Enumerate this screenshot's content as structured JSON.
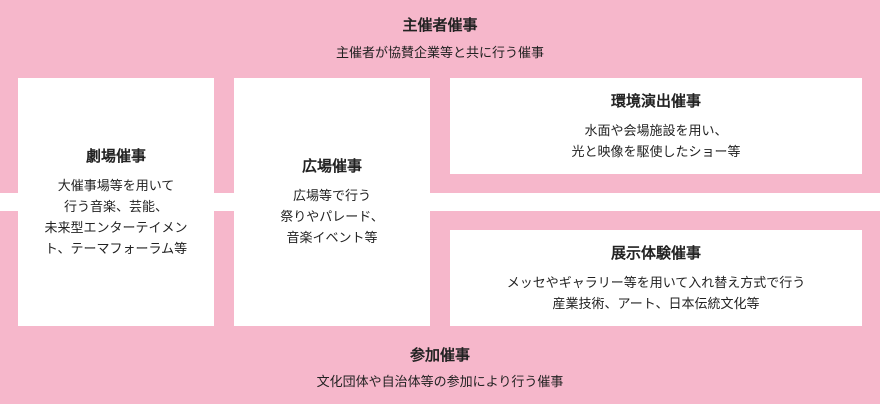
{
  "shusai": {
    "title": "主催者催事",
    "desc": "主催者が協賛企業等と共に行う催事"
  },
  "sanka": {
    "title": "参加催事",
    "desc": "文化団体や自治体等の参加により行う催事"
  },
  "boxes": {
    "gekijo": {
      "title": "劇場催事",
      "lines": [
        "大催事場等を用いて",
        "行う音楽、芸能、",
        "未来型エンターテイメン",
        "ト、テーマフォーラム等"
      ]
    },
    "hiroba": {
      "title": "広場催事",
      "lines": [
        "広場等で行う",
        "祭りやパレード、",
        "音楽イベント等"
      ]
    },
    "kankyo": {
      "title": "環境演出催事",
      "lines": [
        "水面や会場施設を用い、",
        "光と映像を駆使したショー等"
      ]
    },
    "tenji": {
      "title": "展示体験催事",
      "lines": [
        "メッセやギャラリー等を用いて入れ替え方式で行う",
        "産業技術、アート、日本伝統文化等"
      ]
    }
  },
  "colors": {
    "band": "#f6b7cb",
    "box": "#ffffff"
  }
}
